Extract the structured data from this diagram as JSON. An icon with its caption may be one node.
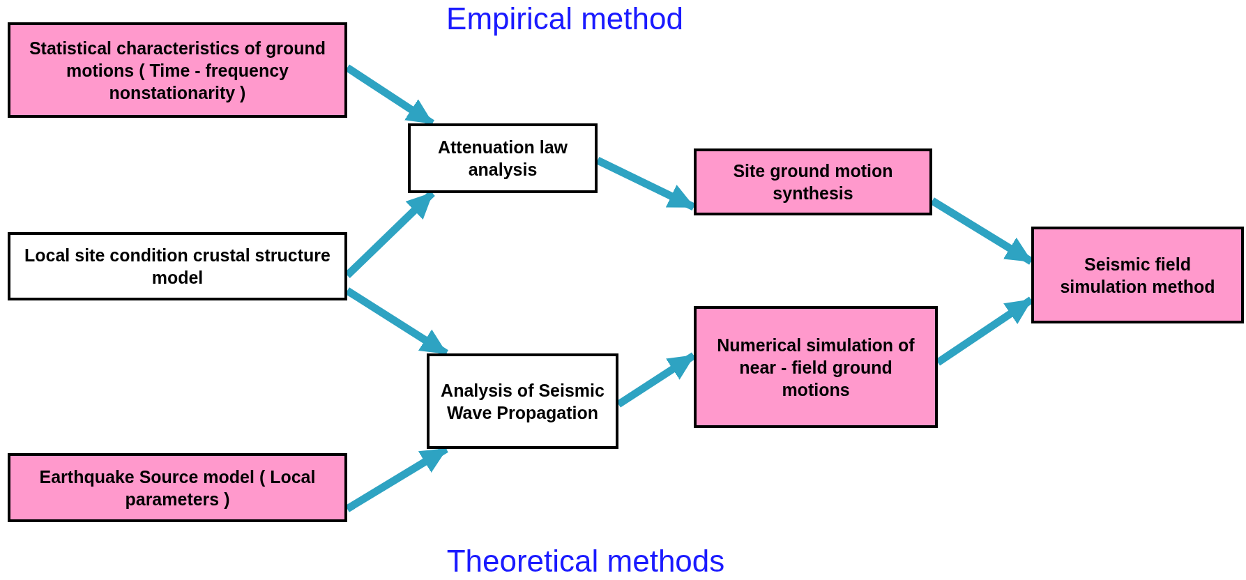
{
  "diagram": {
    "nodes": [
      {
        "text": [
          "Statistical characteristics of ground motions ( Time - frequency nonstationarity )"
        ]
      },
      {
        "text": [
          "Attenuation law analysis"
        ]
      },
      {
        "text": [
          "Site ground motion synthesis"
        ]
      },
      {
        "text": [
          "Local site condition crustal structure model"
        ]
      },
      {
        "text": [
          "Seismic field simulation method"
        ]
      },
      {
        "text": [
          "Numerical simulation of near - field ground motions"
        ]
      },
      {
        "text": [
          "Analysis of Seismic Wave Propagation"
        ]
      },
      {
        "text": [
          "Earthquake Source model ( Local parameters )"
        ]
      }
    ],
    "edges": [
      {
        "from": 0,
        "to": 1,
        "arrow": "to"
      },
      {
        "from": 3,
        "to": 1,
        "arrow": "to"
      },
      {
        "from": 3,
        "to": 6,
        "arrow": "to"
      },
      {
        "from": 7,
        "to": 6,
        "arrow": "to"
      },
      {
        "from": 1,
        "to": 2,
        "arrow": "to"
      },
      {
        "from": 6,
        "to": 5,
        "arrow": "to"
      },
      {
        "from": 2,
        "to": 4,
        "arrow": "to"
      },
      {
        "from": 5,
        "to": 4,
        "arrow": "to"
      }
    ],
    "labels": [
      "Empirical method",
      "Theoretical methods"
    ]
  }
}
